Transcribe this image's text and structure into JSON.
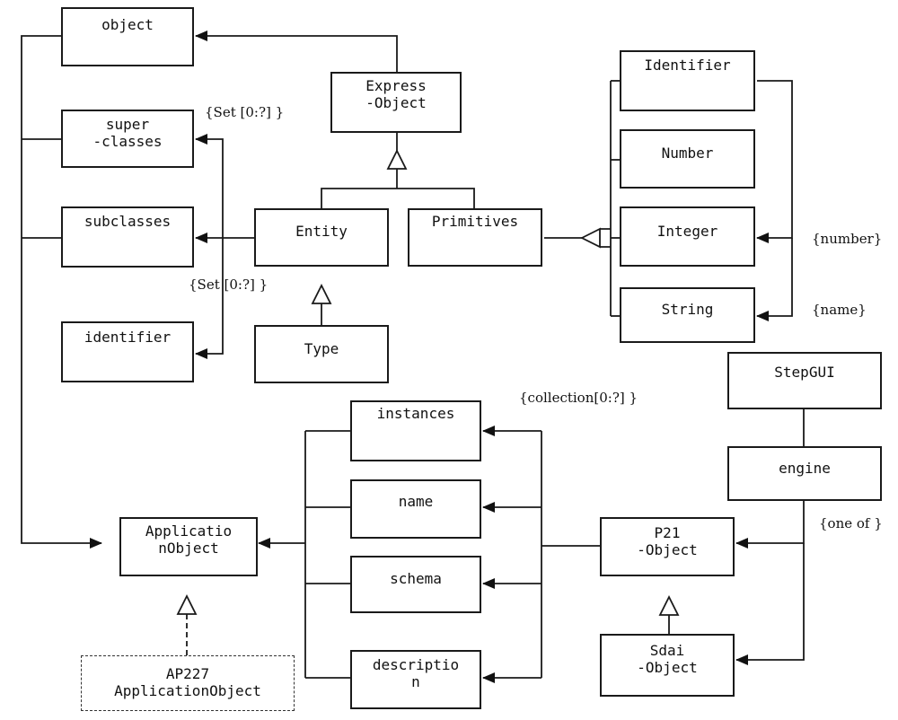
{
  "boxes": {
    "object": "object",
    "superclasses": "super\n-classes",
    "subclasses": "subclasses",
    "identifier_attr": "identifier",
    "express_object": "Express\n-Object",
    "entity": "Entity",
    "primitives": "Primitives",
    "type": "Type",
    "identifier_prim": "Identifier",
    "number": "Number",
    "integer": "Integer",
    "string": "String",
    "stepgui": "StepGUI",
    "engine": "engine",
    "instances": "instances",
    "name": "name",
    "schema": "schema",
    "description": "descriptio\nn",
    "application_object": "Applicatio\nnObject",
    "ap227_object": "AP227\nApplicationObject",
    "p21_object": "P21\n-Object",
    "sdai_object": "Sdai\n-Object"
  },
  "notes": {
    "superclasses_set": "{Set [0:?] }",
    "identifier_set": "{Set [0:?] }",
    "number_note": "{number}",
    "name_note": "{name}",
    "collection_note": "{collection[0:?] }",
    "one_of_note": "{one of }"
  }
}
